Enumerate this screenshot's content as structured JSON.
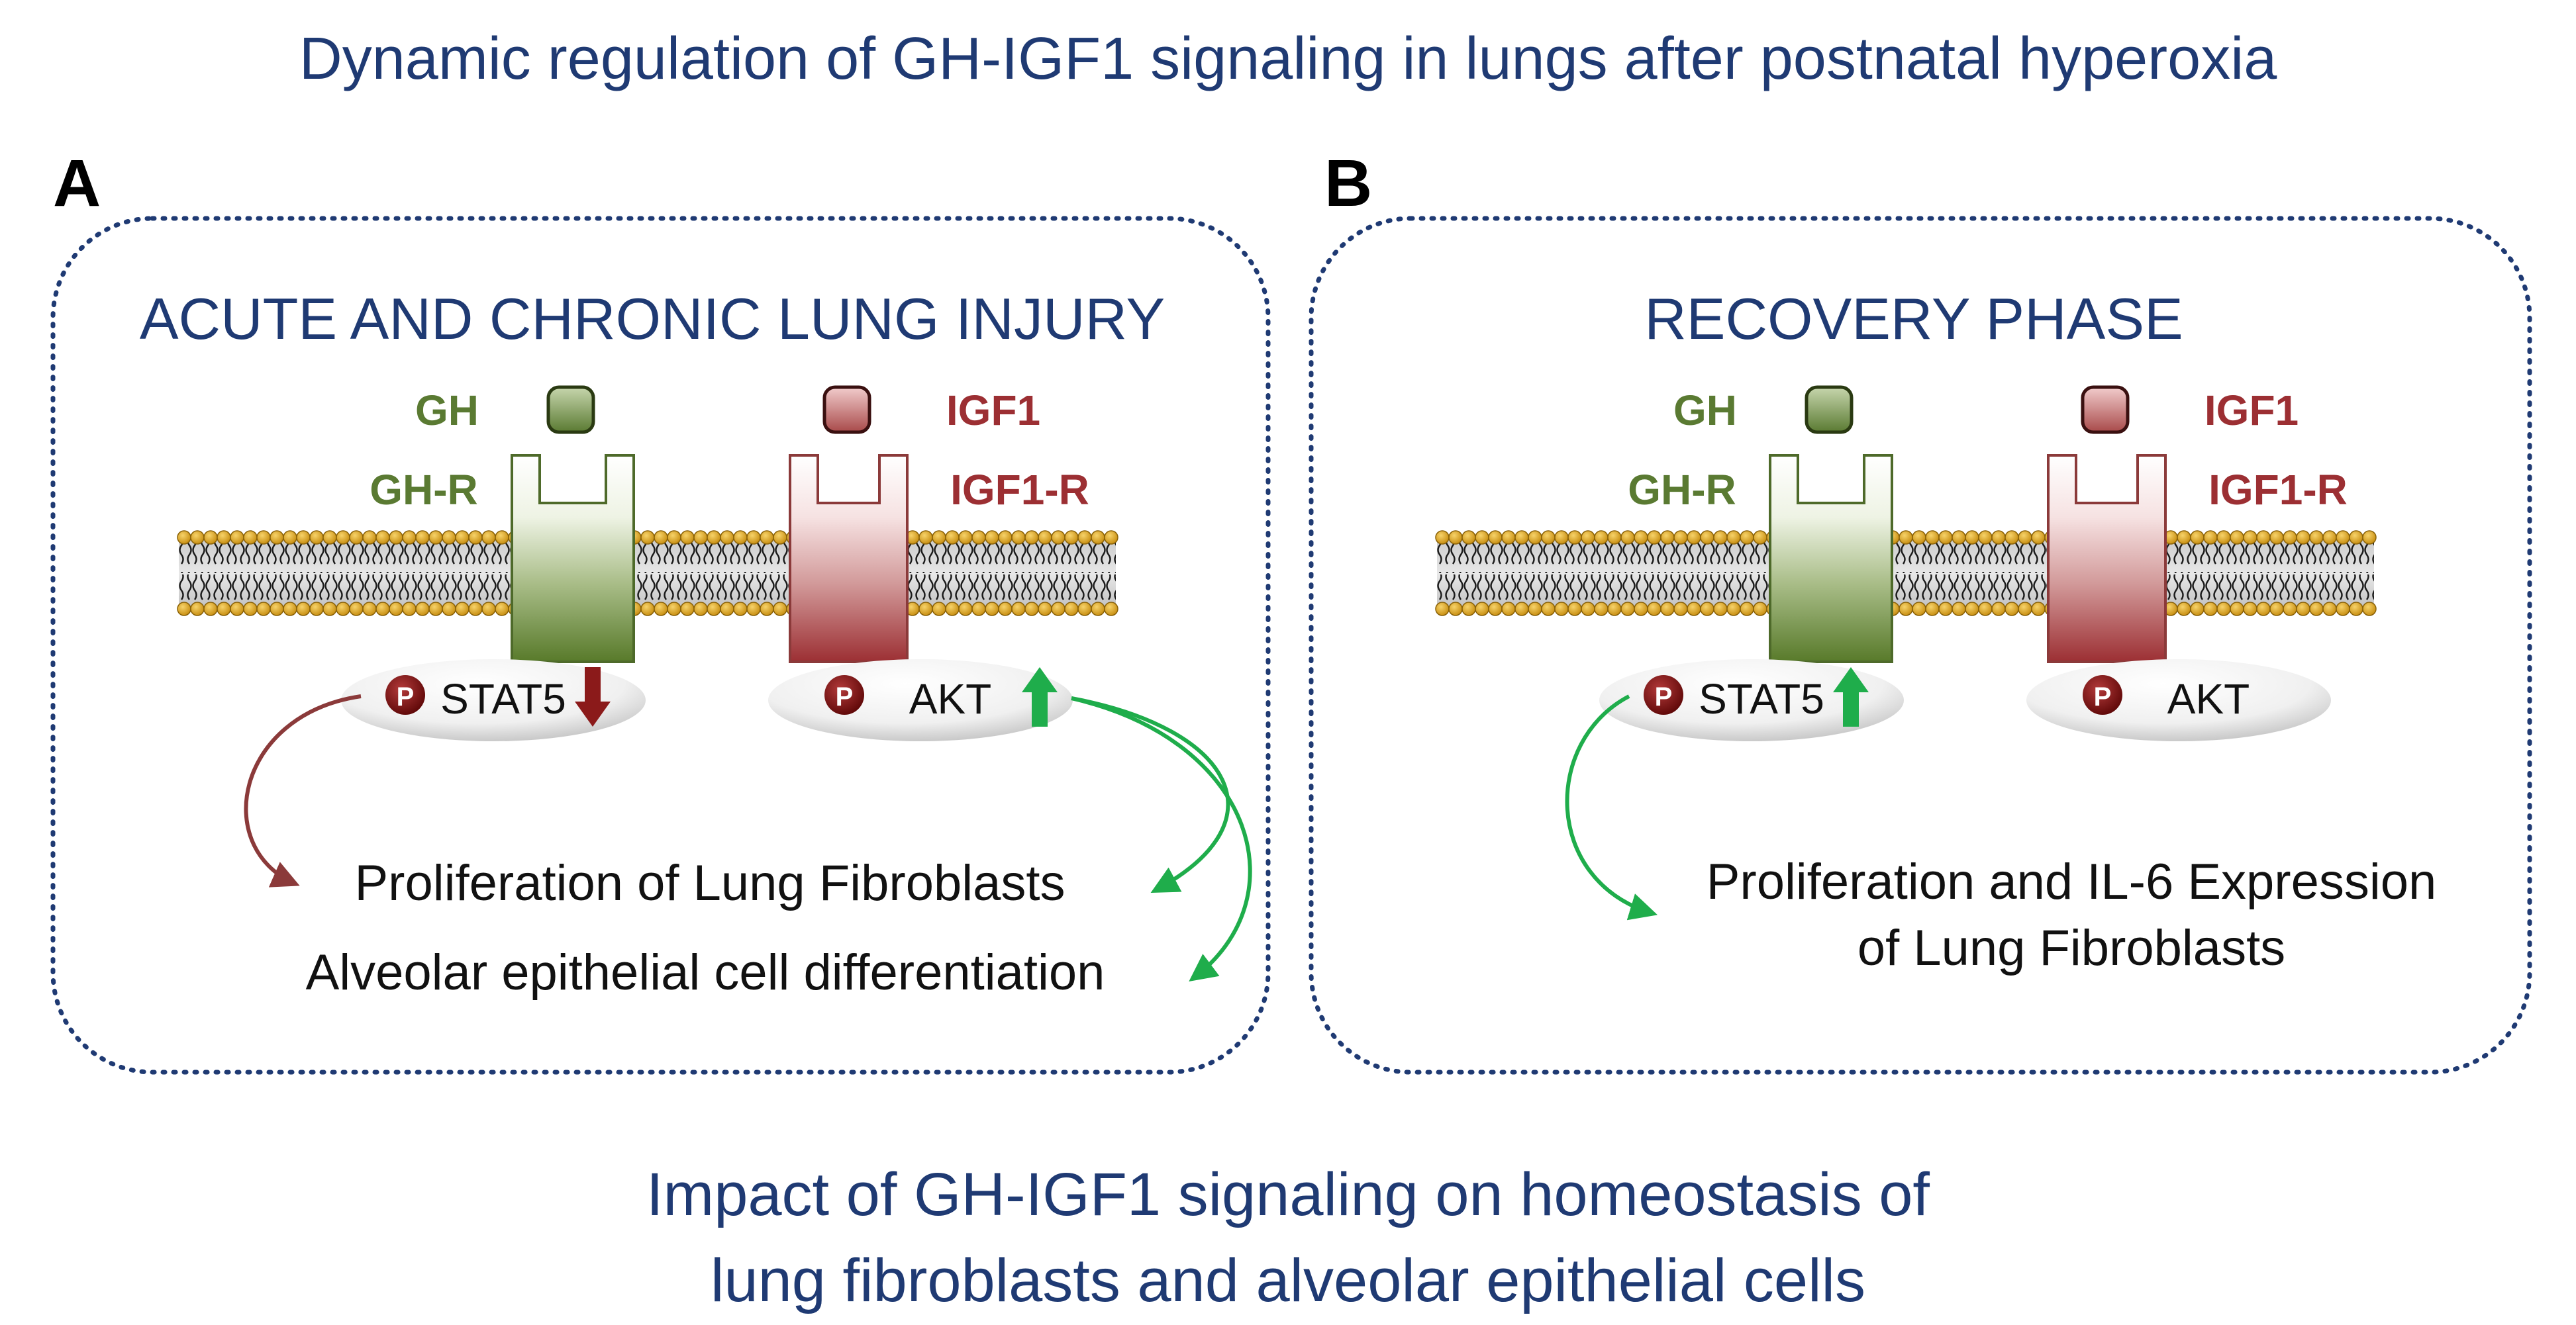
{
  "title": "Dynamic regulation of GH-IGF1 signaling in lungs after postnatal hyperoxia",
  "footer": {
    "line1": "Impact of GH-IGF1 signaling on homeostasis of",
    "line2": "lung fibroblasts and alveolar epithelial cells"
  },
  "colors": {
    "title_text": "#1f3a73",
    "gh_green": "#5a7a32",
    "igf1_red": "#9c2f33",
    "decrease_arrow": "#8b1a1a",
    "increase_arrow": "#1fad4b",
    "phospho_badge": "#7a0d0d",
    "membrane_bead": "#d9a21a",
    "box_border": "#1f3a73"
  },
  "panels": [
    {
      "letter": "A",
      "heading": "ACUTE AND CHRONIC LUNG INJURY",
      "gh_label": "GH",
      "ghr_label": "GH-R",
      "igf1_label": "IGF1",
      "igf1r_label": "IGF1-R",
      "stat5_label": "STAT5",
      "stat5_change": "decrease",
      "akt_label": "AKT",
      "akt_change": "increase",
      "phospho_label": "P",
      "outcomes": [
        "Proliferation of Lung Fibroblasts",
        "Alveolar epithelial cell differentiation"
      ]
    },
    {
      "letter": "B",
      "heading": "RECOVERY PHASE",
      "gh_label": "GH",
      "ghr_label": "GH-R",
      "igf1_label": "IGF1",
      "igf1r_label": "IGF1-R",
      "stat5_label": "STAT5",
      "stat5_change": "increase",
      "akt_label": "AKT",
      "akt_change": "none",
      "phospho_label": "P",
      "outcomes": [
        "Proliferation and IL-6 Expression",
        "of Lung Fibroblasts"
      ]
    }
  ]
}
